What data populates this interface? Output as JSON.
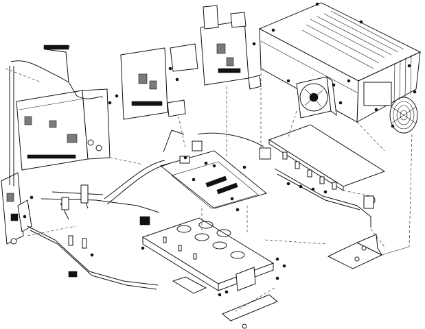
{
  "colors": {
    "ink": "#111111",
    "background": "#ffffff",
    "shade": "#7a7a7a"
  },
  "components": [
    {
      "id": "top-cover",
      "kind": "ribbed-enclosure-cover"
    },
    {
      "id": "cooling-fan",
      "kind": "fan"
    },
    {
      "id": "fan-guard",
      "kind": "fan-grill"
    },
    {
      "id": "riser-card-top",
      "kind": "pcb"
    },
    {
      "id": "riser-card-mid",
      "kind": "pcb"
    },
    {
      "id": "main-io-board",
      "kind": "pcb-with-bracket"
    },
    {
      "id": "backplane-board",
      "kind": "pcb"
    },
    {
      "id": "power-board",
      "kind": "pcb"
    },
    {
      "id": "front-panel",
      "kind": "connector-panel"
    },
    {
      "id": "base-chassis",
      "kind": "tray"
    },
    {
      "id": "bottom-bracket",
      "kind": "bracket"
    },
    {
      "id": "small-plate",
      "kind": "plate"
    },
    {
      "id": "right-bracket",
      "kind": "angle-bracket"
    },
    {
      "id": "cable-harness",
      "kind": "cables"
    }
  ]
}
